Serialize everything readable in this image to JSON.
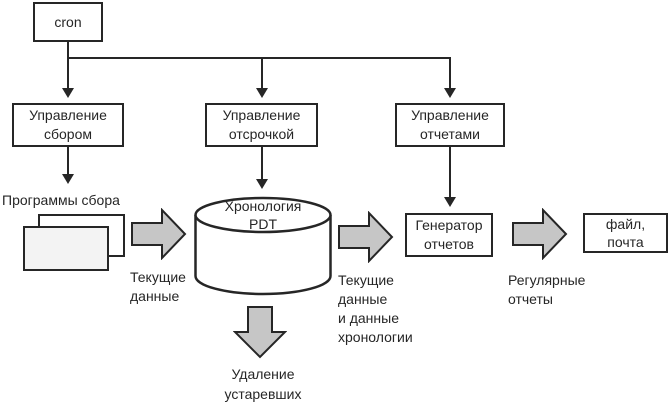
{
  "colors": {
    "background": "#ffffff",
    "stroke": "#262626",
    "block_arrow_fill": "#c6c6c6",
    "front_page_fill": "#f3f3f3"
  },
  "nodes": {
    "cron": "cron",
    "collection_mgmt": "Управление\nсбором",
    "deferral_mgmt": "Управление\nотсрочкой",
    "report_mgmt": "Управление\nотчетами",
    "pdt_history": "Хронология\nPDT",
    "report_generator": "Генератор\nотчетов",
    "file_mail": "файл,\nпочта"
  },
  "labels": {
    "collection_programs": "Программы сбора",
    "current_data": "Текущие\nданные",
    "current_and_history_data": "Текущие\nданные\nи данные\nхронологии",
    "regular_reports": "Регулярные\nотчеты",
    "delete_obsolete": "Удаление\nустаревших"
  }
}
